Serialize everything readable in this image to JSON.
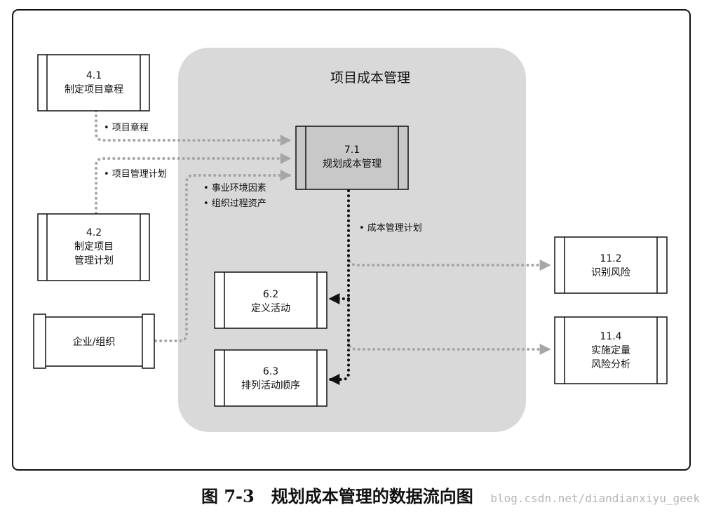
{
  "group_title": "项目成本管理",
  "boxes": {
    "p41": {
      "number": "4.1",
      "lines": [
        "制定项目章程"
      ]
    },
    "p42": {
      "number": "4.2",
      "lines": [
        "制定项目",
        "管理计划"
      ]
    },
    "org": {
      "lines": [
        "企业/组织"
      ]
    },
    "p71": {
      "number": "7.1",
      "lines": [
        "规划成本管理"
      ]
    },
    "p62": {
      "number": "6.2",
      "lines": [
        "定义活动"
      ]
    },
    "p63": {
      "number": "6.3",
      "lines": [
        "排列活动顺序"
      ]
    },
    "p112": {
      "number": "11.2",
      "lines": [
        "识别风险"
      ]
    },
    "p114": {
      "number": "11.4",
      "lines": [
        "实施定量",
        "风险分析"
      ]
    }
  },
  "flows": {
    "charter": "• 项目章程",
    "pm_plan": "• 项目管理计划",
    "eef": "• 事业环境因素",
    "opa": "• 组织过程资产",
    "cost_plan": "• 成本管理计划"
  },
  "caption": "图 7-3　规划成本管理的数据流向图",
  "watermark": "blog.csdn.net/diandianxiyu_geek",
  "colors": {
    "group_bg": "#d9d9d9",
    "highlight_box": "#c8c8c8",
    "dotted_gray": "#a6a6a6",
    "dotted_black": "#111111"
  }
}
